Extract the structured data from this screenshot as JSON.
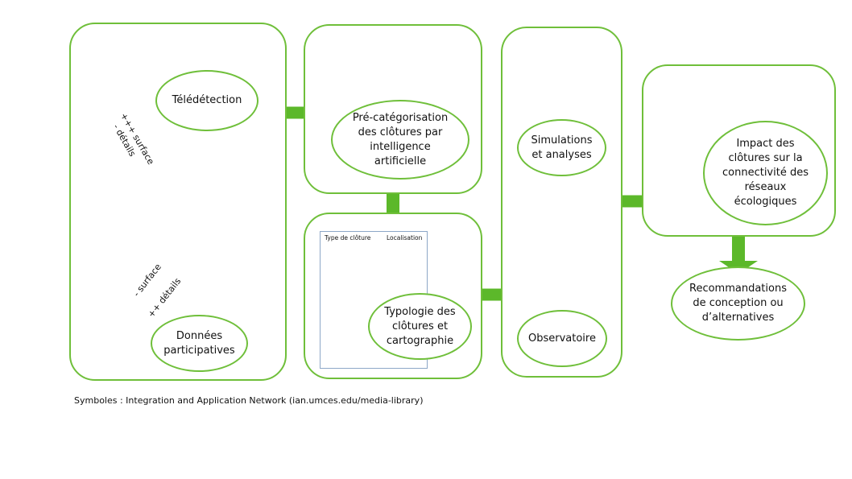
{
  "nodes": {
    "teledetection": "Télédétection",
    "participatives": "Données\nparticipatives",
    "precat": "Pré-catégorisation\ndes clôtures par\nintelligence\nartificielle",
    "typologie": "Typologie des\nclôtures et\ncartographie",
    "simulations": "Simulations\net analyses",
    "observatoire": "Observatoire",
    "impact": "Impact des\nclôtures sur la\nconnectivité des\nréseaux\nécologiques",
    "recommandations": "Recommandations\nde conception ou\nd’alternatives"
  },
  "arrow_labels": {
    "down_surface": "+++ surface",
    "down_details": "- détails",
    "up_surface": "- surface",
    "up_details": "++ détails"
  },
  "table": {
    "col1": "Type de clôture",
    "col2": "Localisation"
  },
  "credit": "Symboles : Integration and Application Network (ian.umces.edu/media-library)",
  "icons": [
    "satellite-icon",
    "solar-panel-fence-icon",
    "person-icon",
    "decision-tree-icon",
    "woman-laptop-icon",
    "globe-computers-icon",
    "network-icon",
    "fence-type-icon"
  ],
  "colors": {
    "border": "#6fbf3a",
    "arrow": "#5cb82a",
    "brown": "#4a2a12"
  }
}
